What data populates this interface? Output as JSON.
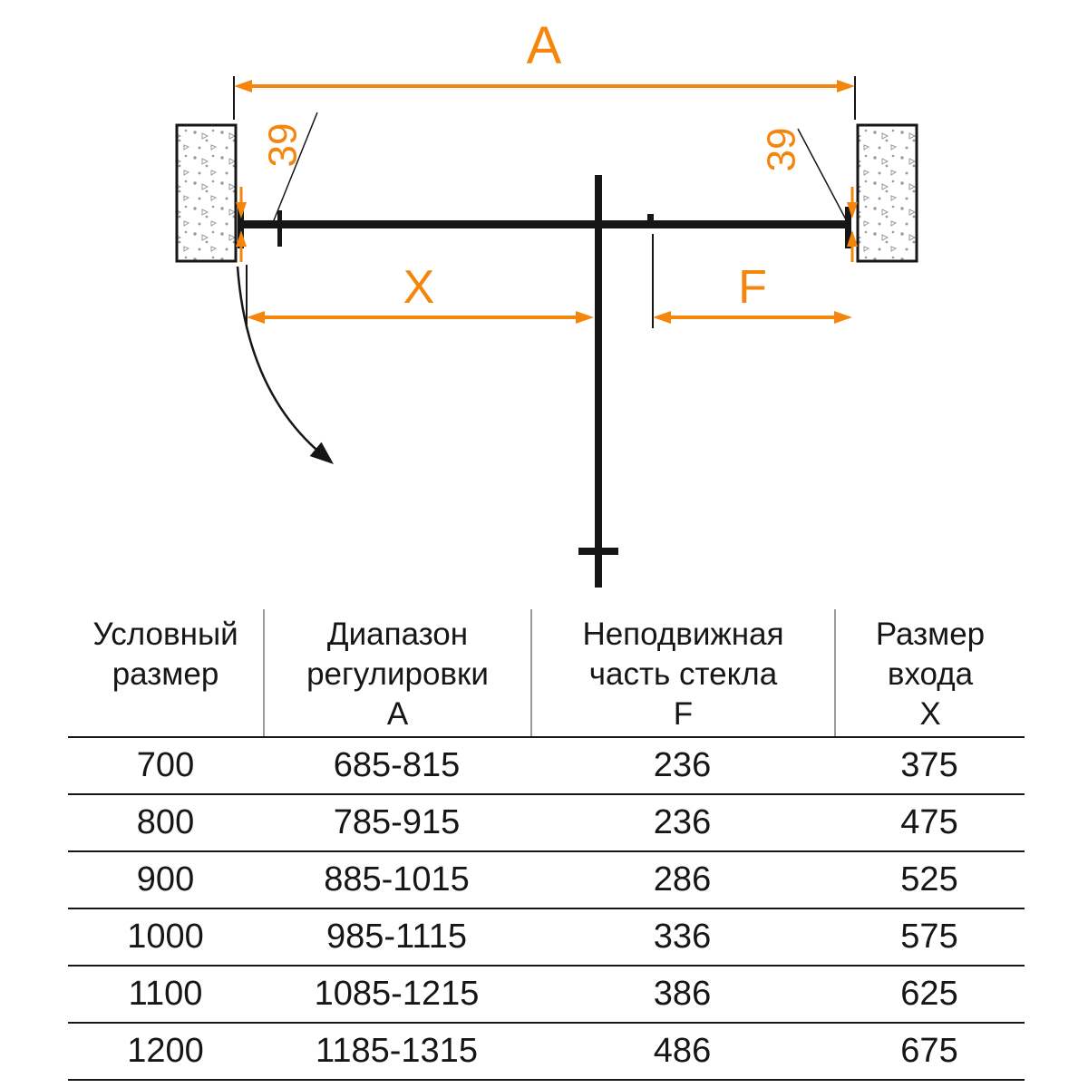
{
  "colors": {
    "accent": "#F5860D",
    "line": "#161616",
    "speckle": "#9a9a9a"
  },
  "diagram": {
    "labels": {
      "total_width": "A",
      "entry_width": "X",
      "fixed_part": "F",
      "profile_left": "39",
      "profile_right": "39"
    }
  },
  "table": {
    "headers": [
      [
        "Условный",
        "размер"
      ],
      [
        "Диапазон",
        "регулировки",
        "А"
      ],
      [
        "Неподвижная",
        "часть стекла",
        "F"
      ],
      [
        "Размер",
        "входа",
        "X"
      ]
    ],
    "rows": [
      [
        "700",
        "685-815",
        "236",
        "375"
      ],
      [
        "800",
        "785-915",
        "236",
        "475"
      ],
      [
        "900",
        "885-1015",
        "286",
        "525"
      ],
      [
        "1000",
        "985-1115",
        "336",
        "575"
      ],
      [
        "1100",
        "1085-1215",
        "386",
        "625"
      ],
      [
        "1200",
        "1185-1315",
        "486",
        "675"
      ]
    ]
  }
}
